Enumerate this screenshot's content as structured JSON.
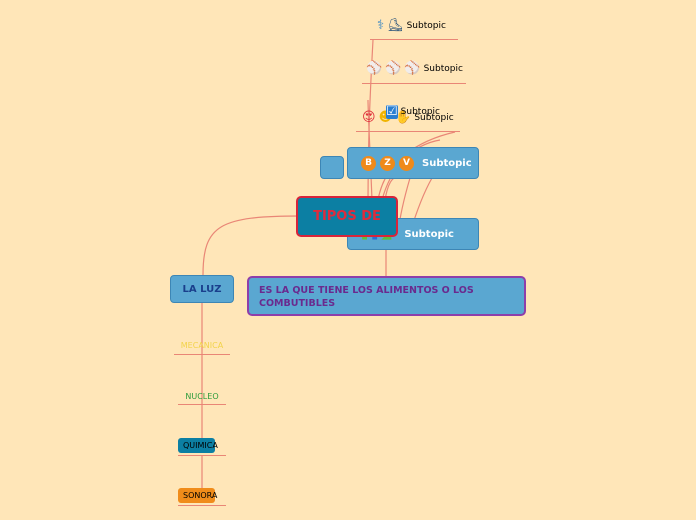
{
  "central": {
    "label": "TIPOS DE"
  },
  "subtopics": [
    {
      "icons": [
        "caduceus-icon",
        "ice-skate-icon"
      ],
      "glyphs": [
        "⚕",
        "⛸"
      ],
      "label": "Subtopic"
    },
    {
      "icons": [
        "baseball-icon",
        "softball-icon",
        "tennis-ball-icon"
      ],
      "glyphs": [
        "⚾",
        "⚾",
        "⚾"
      ],
      "label": "Subtopic"
    },
    {
      "icons": [
        "heart-eyes-icon",
        "face-icon",
        "hand-icon"
      ],
      "glyphs": [
        "😍",
        "☻",
        "✋"
      ],
      "label": "Subtopic"
    },
    {
      "icons": [
        "checkbox-icon"
      ],
      "glyphs": [
        "☑"
      ],
      "label": "Subtopic"
    },
    {
      "icons": [
        "letter-b-icon",
        "letter-z-icon",
        "letter-v-icon"
      ],
      "glyphs": [
        "B",
        "Z",
        "V"
      ],
      "label": "Subtopic"
    },
    {
      "icons": [
        "green-flag-icon",
        "blue-square-icon",
        "green-check-icon"
      ],
      "glyphs": [
        "▮",
        "▮",
        "◢"
      ],
      "label": "Subtopic"
    }
  ],
  "description": {
    "text": "ES LA QUE TIENE LOS ALIMENTOS O LOS COMBUTIBLES"
  },
  "main_topic": {
    "label": "LA LUZ"
  },
  "leaves": [
    {
      "label": "MECANICA",
      "color": "#f2d34a"
    },
    {
      "label": "NUCLEO",
      "color": "#2e9c3c"
    },
    {
      "label": "QUIMICA",
      "color": "#0c7fa3"
    },
    {
      "label": "SONORA",
      "color": "#f08c1a"
    }
  ],
  "colors": {
    "background": "#ffe6b8",
    "connector": "#e98676",
    "topic_fill": "#5aa7d1",
    "central_fill": "#0c7fa3",
    "central_border": "#d8243a",
    "badge_orange": "#ef8a1a"
  }
}
